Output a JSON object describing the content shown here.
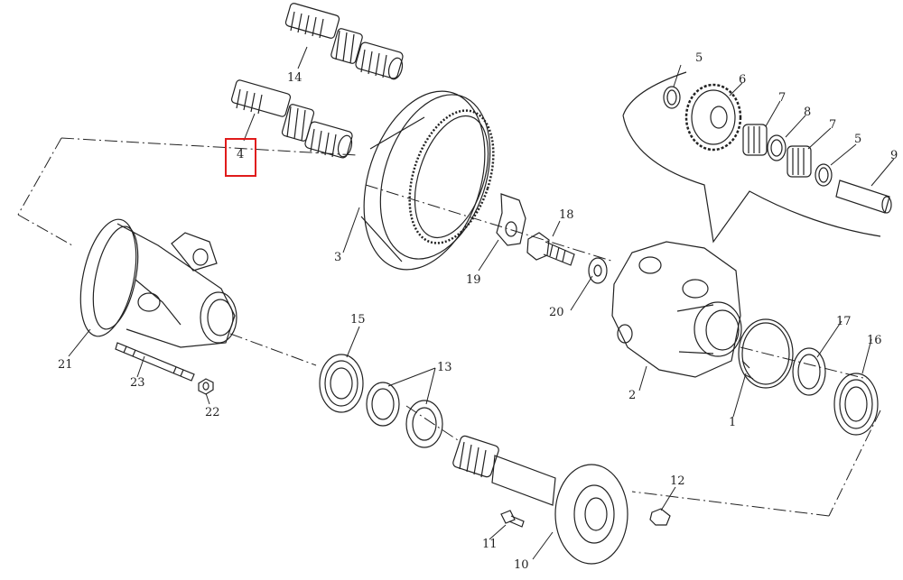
{
  "diagram": {
    "highlight_color": "#e01b1b",
    "line_color": "#222222",
    "highlighted_part": "4",
    "callouts": {
      "p1": "1",
      "p2": "2",
      "p3": "3",
      "p4": "4",
      "p5a": "5",
      "p5b": "5",
      "p6": "6",
      "p7a": "7",
      "p7b": "7",
      "p8": "8",
      "p9": "9",
      "p10": "10",
      "p11": "11",
      "p12": "12",
      "p13": "13",
      "p14": "14",
      "p15": "15",
      "p16": "16",
      "p17": "17",
      "p18": "18",
      "p19": "19",
      "p20": "20",
      "p21": "21",
      "p22": "22",
      "p23": "23"
    }
  }
}
